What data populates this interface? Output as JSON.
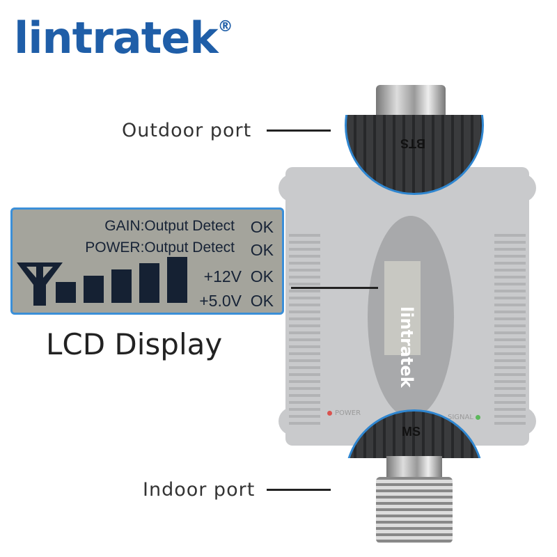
{
  "brand": {
    "logo_text": "lintratek",
    "registered": "®",
    "color": "#1f5ea8"
  },
  "callouts": {
    "outdoor_port": "Outdoor port",
    "indoor_port": "Indoor port",
    "lcd_display": "LCD Display"
  },
  "lcd": {
    "rows": [
      {
        "label": "GAIN:Output Detect",
        "status": "OK"
      },
      {
        "label": "POWER:Output Detect",
        "status": "OK"
      },
      {
        "label": "+12V",
        "status": "OK"
      },
      {
        "label": "+5.0V",
        "status": "OK"
      }
    ],
    "signal_bars": 5,
    "icons": [
      "antenna-icon"
    ],
    "border_color": "#3b8fd8"
  },
  "device": {
    "top_port_label": "BTS",
    "bottom_port_label": "MS",
    "power_led_label": "POWER",
    "signal_led_label": "SIGNAL",
    "power_led_color": "#d9534f",
    "signal_led_color": "#5cb85c"
  }
}
